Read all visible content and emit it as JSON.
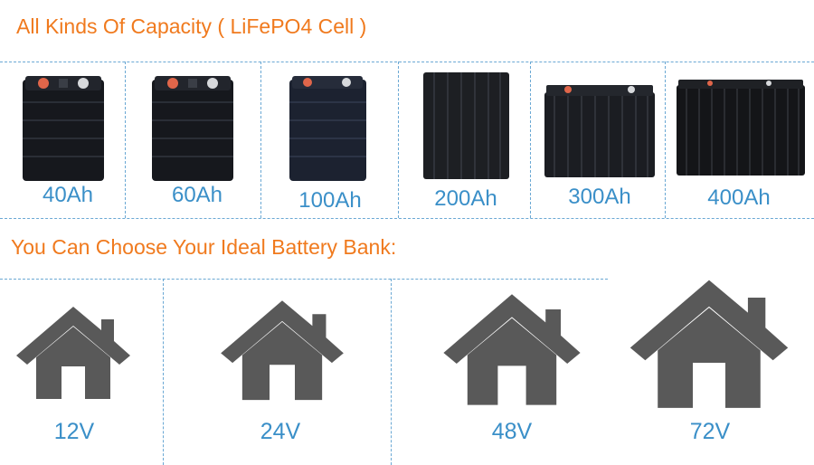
{
  "heading_capacity": "All Kinds Of Capacity ( LiFePO4 Cell )",
  "heading_bank": "You Can Choose Your Ideal Battery Bank:",
  "capacities": [
    "40Ah",
    "60Ah",
    "100Ah",
    "200Ah",
    "300Ah",
    "400Ah"
  ],
  "voltages": [
    "12V",
    "24V",
    "48V",
    "72V"
  ],
  "colors": {
    "heading": "#f07a1e",
    "label": "#3a8fc8",
    "divider": "#6aa8d4",
    "house": "#595959",
    "cell": "#16181d"
  },
  "icons": {
    "cell": "lifepo4-cell-image",
    "house": "house-icon"
  }
}
